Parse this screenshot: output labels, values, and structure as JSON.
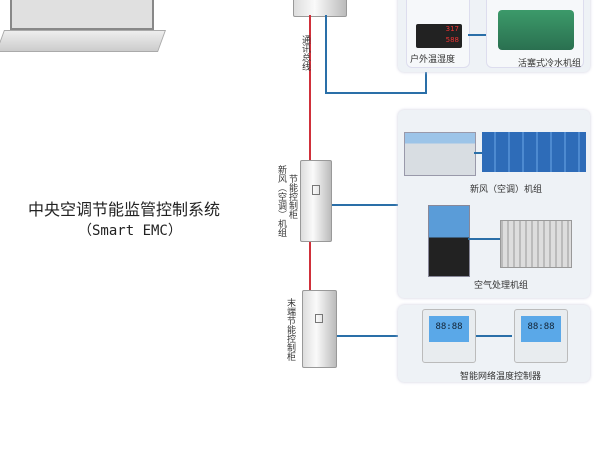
{
  "title": "中央空调节能监管控制系统",
  "subtitle": "（Smart EMC）",
  "bus_label": "通讯总线",
  "cabinet_fresh_air": {
    "label_a": "节能控制柜",
    "label_b": "新风（空调）机组"
  },
  "cabinet_terminal": {
    "label": "末端节能控制柜"
  },
  "devices": {
    "outdoor_sensor": "户外温湿度",
    "chiller": "活塞式冷水机组",
    "fresh_air_unit": "新风（空调）机组",
    "air_handler": "空气处理机组",
    "thermostat": "智能网络温度控制器"
  },
  "thermostat_display": "88:88",
  "sensor_display": [
    "317",
    "588"
  ]
}
